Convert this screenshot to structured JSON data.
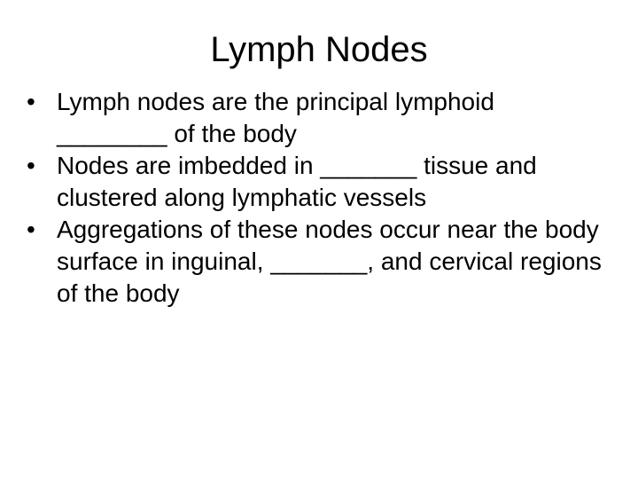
{
  "slide": {
    "title": "Lymph Nodes",
    "bullet_symbol": "•",
    "bullets": [
      "Lymph nodes are the principal lymphoid ________ of the body",
      "Nodes are imbedded in _______ tissue and clustered along lymphatic vessels",
      "Aggregations of these nodes occur near the body surface in inguinal, _______, and cervical regions of the body"
    ]
  }
}
